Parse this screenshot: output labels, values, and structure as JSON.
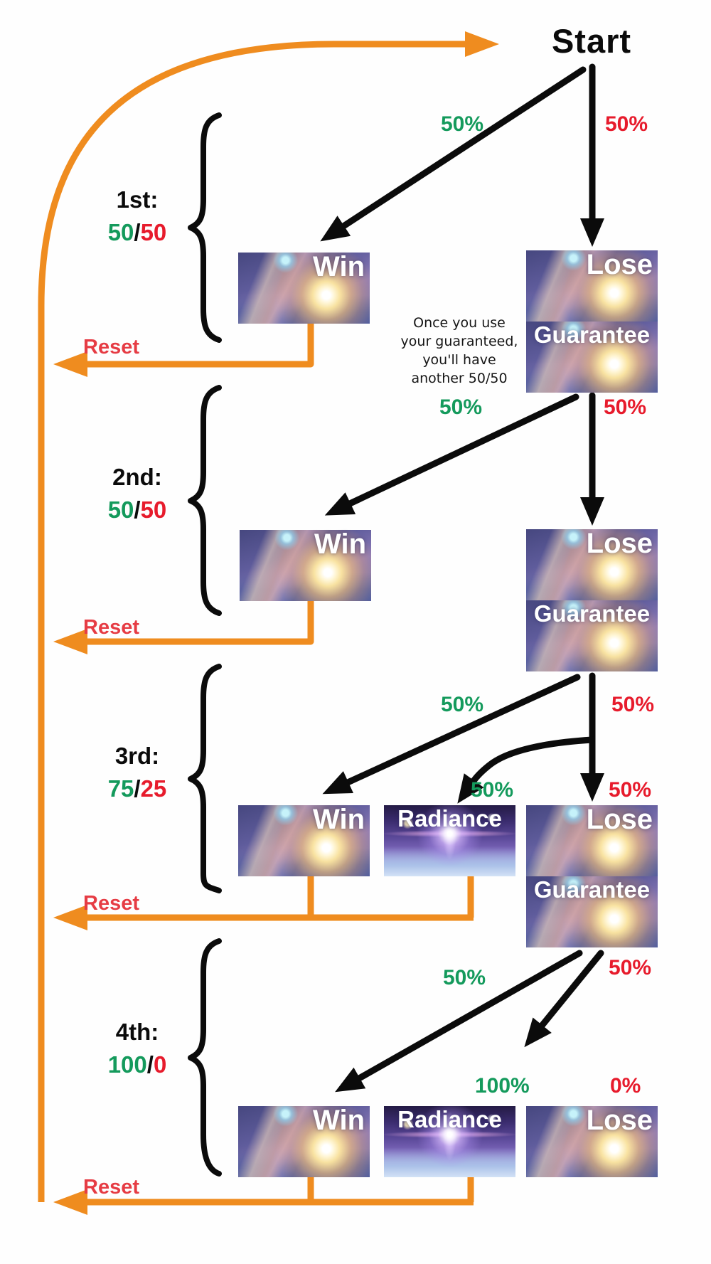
{
  "start_label": "Start",
  "note": {
    "line1": "Once you use",
    "line2": "your guaranteed,",
    "line3": "you'll have",
    "line4": "another 50/50"
  },
  "colors": {
    "green": "#149a5c",
    "red": "#e71b2c",
    "orange": "#ef8c1f",
    "reset_red": "#e63c44",
    "black": "#0b0b0b"
  },
  "rows": [
    {
      "ordinal": "1st:",
      "odds": {
        "win": "50",
        "sep": "/",
        "lose": "50"
      },
      "pct_win": "50%",
      "pct_lose": "50%",
      "cards": {
        "win": "Win",
        "lose": "Lose",
        "guarantee": "Guarantee"
      },
      "reset": "Reset"
    },
    {
      "ordinal": "2nd:",
      "odds": {
        "win": "50",
        "sep": "/",
        "lose": "50"
      },
      "pct_win": "50%",
      "pct_lose": "50%",
      "cards": {
        "win": "Win",
        "lose": "Lose",
        "guarantee": "Guarantee"
      },
      "reset": "Reset"
    },
    {
      "ordinal": "3rd:",
      "odds": {
        "win": "75",
        "sep": "/",
        "lose": "25"
      },
      "pct_win": "50%",
      "pct_lose": "50%",
      "pct_radiance": "50%",
      "pct_lose2": "50%",
      "cards": {
        "win": "Win",
        "radiance": "Radiance",
        "lose": "Lose",
        "guarantee": "Guarantee"
      },
      "reset": "Reset"
    },
    {
      "ordinal": "4th:",
      "odds": {
        "win": "100",
        "sep": "/",
        "lose": "0"
      },
      "pct_win": "50%",
      "pct_lose": "50%",
      "pct_radiance": "100%",
      "pct_lose2": "0%",
      "cards": {
        "win": "Win",
        "radiance": "Radiance",
        "lose": "Lose"
      },
      "reset": "Reset"
    }
  ]
}
